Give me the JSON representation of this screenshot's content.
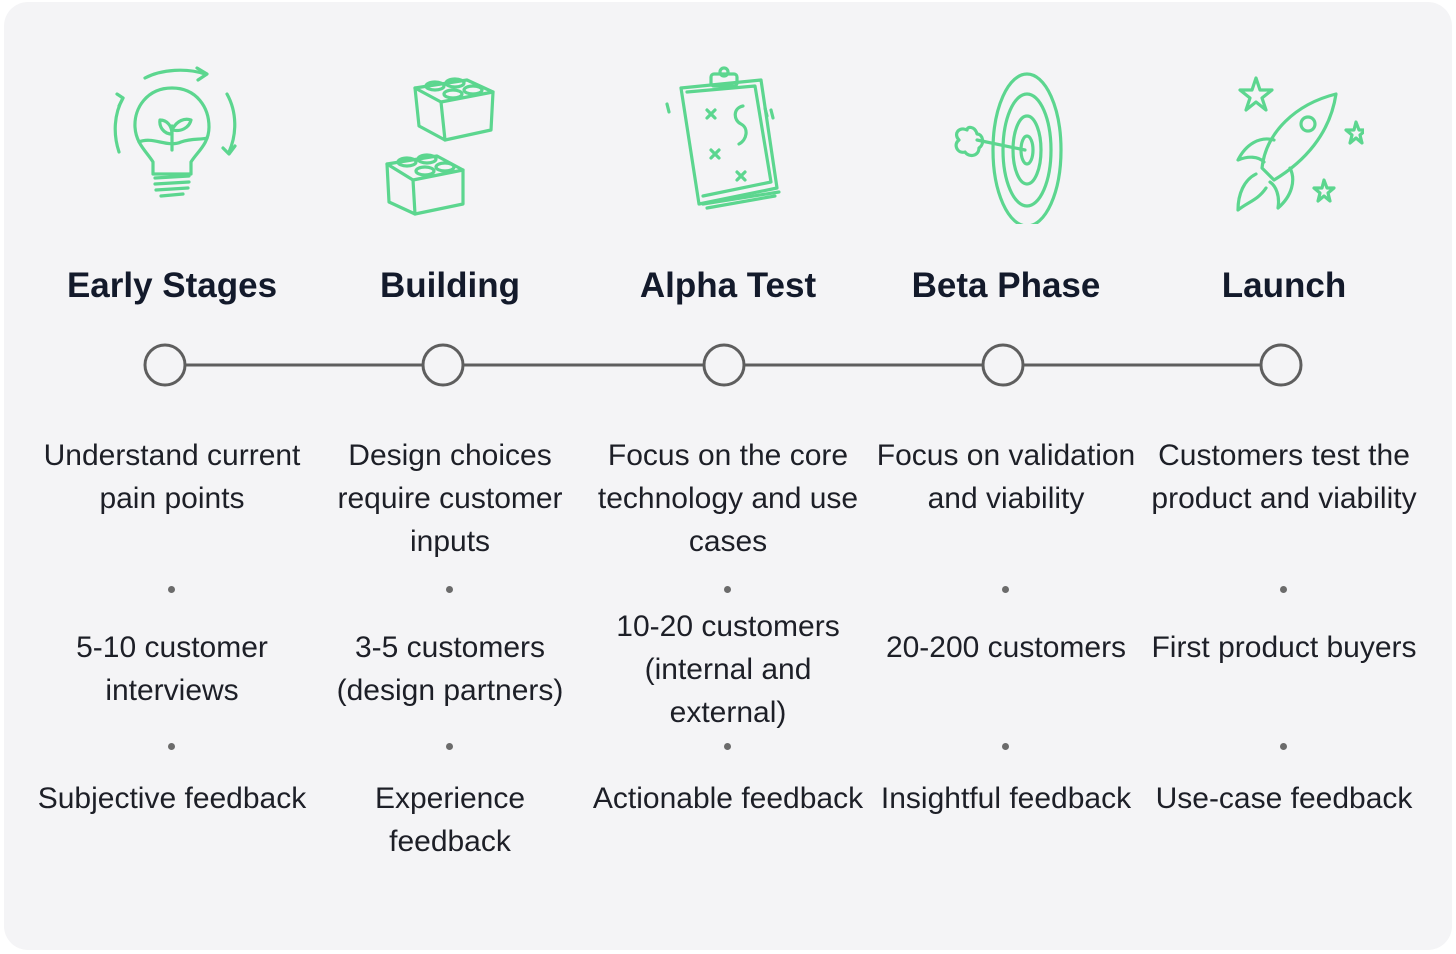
{
  "colors": {
    "background": "#f4f4f6",
    "accent_green": "#5cd68f",
    "timeline": "#5e5e5e",
    "text": "#131a2b"
  },
  "stages": [
    {
      "icon": "lightbulb-icon",
      "title": "Early Stages",
      "desc": "Understand current pain points",
      "customers": "5-10 customer interviews",
      "feedback": "Subjective feedback"
    },
    {
      "icon": "building-blocks-icon",
      "title": "Building",
      "desc": "Design choices require customer inputs",
      "customers": "3-5 customers (design partners)",
      "feedback": "Experience feedback"
    },
    {
      "icon": "strategy-clipboard-icon",
      "title": "Alpha Test",
      "desc": "Focus on the core technology and use cases",
      "customers": "10-20 customers (internal and external)",
      "feedback": "Actionable feedback"
    },
    {
      "icon": "target-icon",
      "title": "Beta Phase",
      "desc": "Focus on validation and viability",
      "customers": "20-200 customers",
      "feedback": "Insightful feedback"
    },
    {
      "icon": "rocket-icon",
      "title": "Launch",
      "desc": "Customers test the product and viability",
      "customers": "First product buyers",
      "feedback": "Use-case feedback"
    }
  ]
}
